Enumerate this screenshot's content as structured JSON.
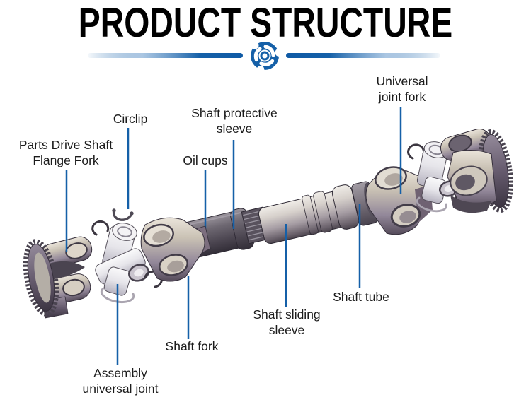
{
  "header": {
    "title": "PRODUCT STRUCTURE",
    "accent_color": "#1560a8",
    "logo_icon": "turbo-impeller-logo"
  },
  "diagram": {
    "subject": "drive shaft exploded view",
    "leader_line_color": "#1560a8",
    "labels": {
      "flange_fork": {
        "lines": [
          "Parts Drive Shaft",
          "Flange Fork"
        ]
      },
      "circlip": {
        "lines": [
          "Circlip"
        ]
      },
      "protective_sleeve": {
        "lines": [
          "Shaft protective",
          "sleeve"
        ]
      },
      "oil_cups": {
        "lines": [
          "Oil cups"
        ]
      },
      "universal_joint_fork": {
        "lines": [
          "Universal",
          "joint fork"
        ]
      },
      "shaft_tube": {
        "lines": [
          "Shaft tube"
        ]
      },
      "sliding_sleeve": {
        "lines": [
          "Shaft sliding",
          "sleeve"
        ]
      },
      "shaft_fork": {
        "lines": [
          "Shaft fork"
        ]
      },
      "assembly_universal_joint": {
        "lines": [
          "Assembly",
          "universal joint"
        ]
      }
    }
  }
}
